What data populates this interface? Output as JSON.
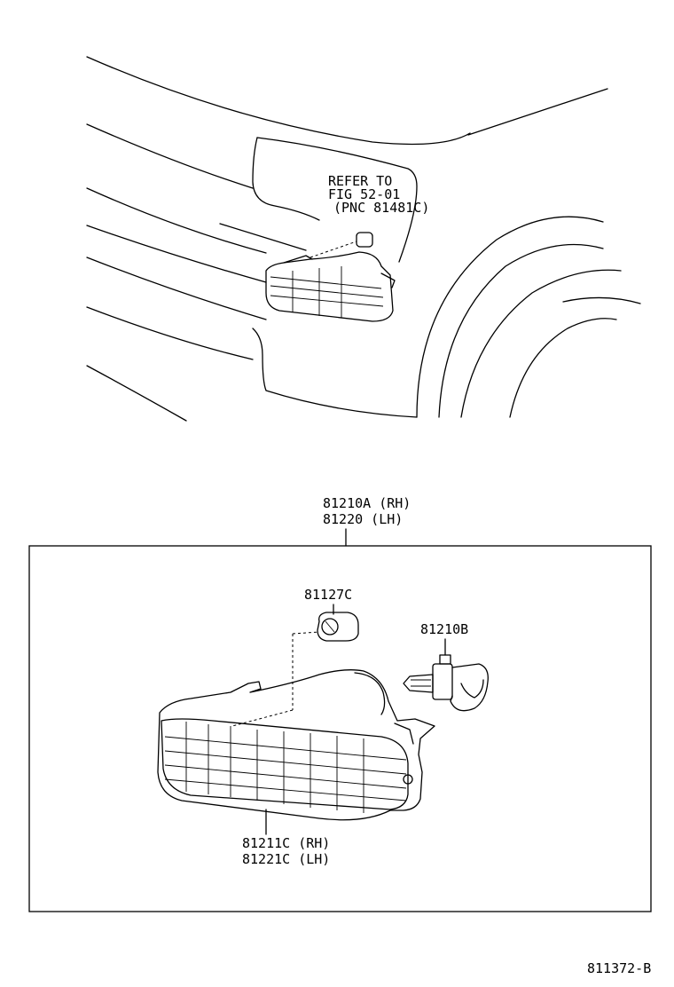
{
  "callouts": {
    "refer_line1": "REFER TO",
    "refer_line2": "FIG 52-01",
    "refer_line3": "(PNC 81481C)",
    "assy_rh": "81210A (RH)",
    "assy_lh": "81220  (LH)",
    "socket": "81127C",
    "bulb": "81210B",
    "lens_rh": "81211C (RH)",
    "lens_lh": "81221C (LH)"
  },
  "footer": {
    "illustration_number": "811372-B"
  }
}
